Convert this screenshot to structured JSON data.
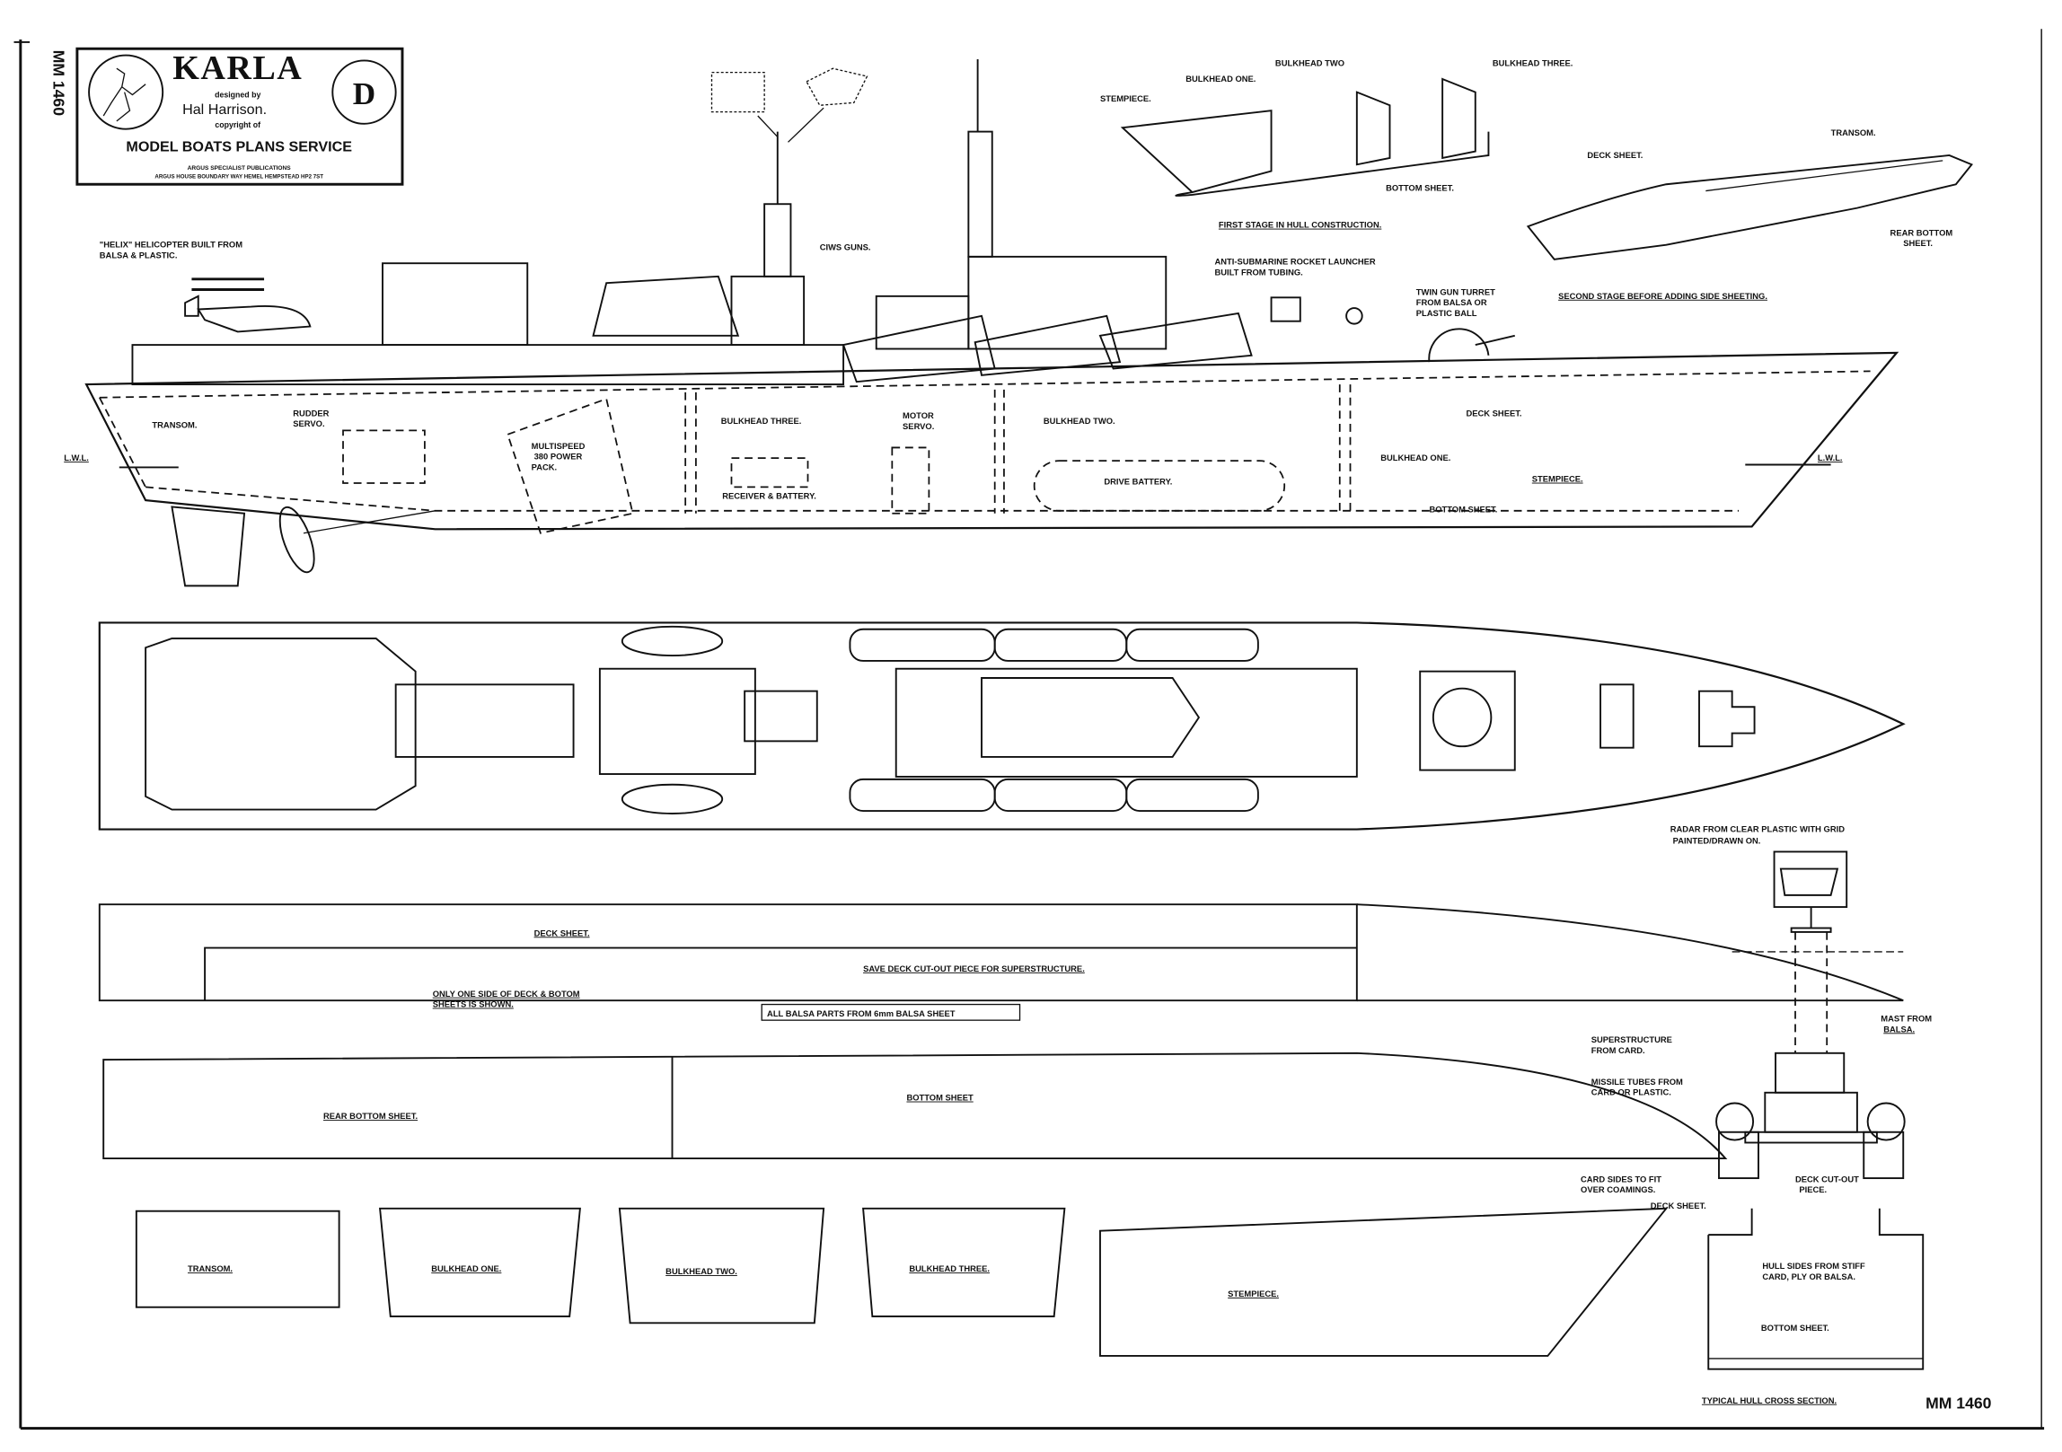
{
  "title_block": {
    "name": "KARLA",
    "designed_by": "designed by",
    "designer": "Hal Harrison.",
    "copyright": "copyright of",
    "service": "MODEL BOATS PLANS SERVICE",
    "publisher": "ARGUS SPECIALIST PUBLICATIONS",
    "address": "ARGUS HOUSE BOUNDARY WAY HEMEL HEMPSTEAD HP2 7ST",
    "grade": "D",
    "plan_number_vertical": "MM 1460"
  },
  "side_view": {
    "helicopter": [
      "\"HELIX\" HELICOPTER BUILT FROM",
      "BALSA & PLASTIC."
    ],
    "ciws": "CIWS GUNS.",
    "asw": [
      "ANTI-SUBMARINE ROCKET LAUNCHER",
      "BUILT FROM TUBING."
    ],
    "turret": [
      "TWIN GUN TURRET",
      "FROM BALSA OR",
      "PLASTIC BALL"
    ],
    "transom": "TRANSOM.",
    "rudder_servo": [
      "RUDDER",
      "SERVO."
    ],
    "power_pack": [
      "MULTISPEED",
      "380 POWER",
      "PACK."
    ],
    "bulkhead_three": "BULKHEAD THREE.",
    "receiver": "RECEIVER & BATTERY.",
    "motor_servo": [
      "MOTOR",
      "SERVO."
    ],
    "bulkhead_two": "BULKHEAD TWO.",
    "drive_battery": "DRIVE BATTERY.",
    "bulkhead_one": "BULKHEAD ONE.",
    "deck_sheet": "DECK SHEET.",
    "stempiece": "STEMPIECE.",
    "bottom_sheet": "BOTTOM SHEET.",
    "lwl": "L.W.L."
  },
  "first_stage": {
    "stempiece": "STEMPIECE.",
    "bulkhead_one": "BULKHEAD ONE.",
    "bulkhead_two": "BULKHEAD TWO",
    "bulkhead_three": "BULKHEAD THREE.",
    "bottom_sheet": "BOTTOM SHEET.",
    "caption": "FIRST STAGE IN HULL CONSTRUCTION."
  },
  "second_stage": {
    "deck_sheet": "DECK SHEET.",
    "transom": "TRANSOM.",
    "rear_bottom": [
      "REAR BOTTOM",
      "SHEET."
    ],
    "caption": "SECOND STAGE BEFORE ADDING SIDE SHEETING."
  },
  "parts": {
    "deck_sheet": "DECK SHEET.",
    "save_note": "SAVE DECK CUT-OUT PIECE FOR SUPERSTRUCTURE.",
    "one_side": [
      "ONLY ONE SIDE OF DECK & BOTOM",
      "SHEETS IS SHOWN."
    ],
    "balsa_note": "ALL BALSA PARTS FROM 6mm BALSA SHEET",
    "rear_bottom": "REAR BOTTOM SHEET.",
    "bottom": "BOTTOM SHEET",
    "transom": "TRANSOM.",
    "bulkhead_one": "BULKHEAD ONE.",
    "bulkhead_two": "BULKHEAD TWO.",
    "bulkhead_three": "BULKHEAD THREE.",
    "stempiece": "STEMPIECE."
  },
  "cross_section": {
    "radar": [
      "RADAR FROM CLEAR PLASTIC WITH GRID",
      "PAINTED/DRAWN ON."
    ],
    "mast": [
      "MAST FROM",
      "BALSA."
    ],
    "superstructure": [
      "SUPERSTRUCTURE",
      "FROM CARD."
    ],
    "missile": [
      "MISSILE TUBES FROM",
      "CARD OR PLASTIC."
    ],
    "card_sides": [
      "CARD SIDES TO FIT",
      "OVER COAMINGS."
    ],
    "deck_cutout": [
      "DECK CUT-OUT",
      "PIECE."
    ],
    "deck_sheet": "DECK SHEET.",
    "hull_sides": [
      "HULL SIDES FROM STIFF",
      "CARD, PLY OR BALSA."
    ],
    "bottom_sheet": "BOTTOM SHEET.",
    "caption": "TYPICAL HULL CROSS SECTION."
  },
  "plan_number": "MM 1460"
}
